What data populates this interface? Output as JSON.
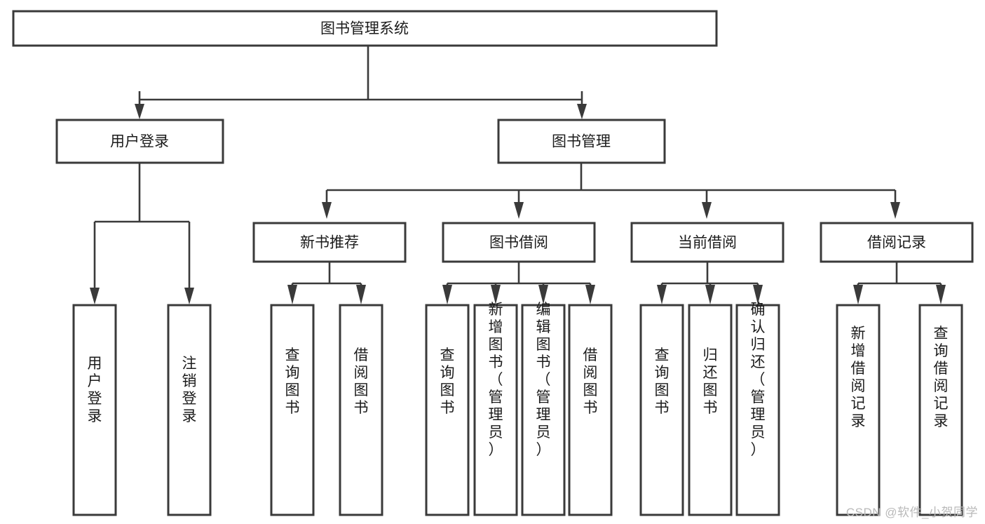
{
  "diagram": {
    "title": "图书管理系统",
    "type": "tree-hierarchy-chart",
    "colors": {
      "stroke": "#3a3a3a",
      "box_fill": "#ffffff",
      "text": "#1b1b1b",
      "background": "#ffffff",
      "watermark": "#b9b9b9"
    },
    "root": {
      "label": "图书管理系统"
    },
    "level2": [
      {
        "label": "用户登录"
      },
      {
        "label": "图书管理"
      }
    ],
    "level3": [
      {
        "label": "新书推荐"
      },
      {
        "label": "图书借阅"
      },
      {
        "label": "当前借阅"
      },
      {
        "label": "借阅记录"
      }
    ],
    "leaves": {
      "user_login": [
        {
          "label": "用户登录"
        },
        {
          "label": "注销登录"
        }
      ],
      "new_book_recommend": [
        {
          "label": "查询图书"
        },
        {
          "label": "借阅图书"
        }
      ],
      "book_borrow": [
        {
          "label": "查询图书"
        },
        {
          "label": "新增图书（管理员）"
        },
        {
          "label": "编辑图书（管理员）"
        },
        {
          "label": "借阅图书"
        }
      ],
      "current_borrow": [
        {
          "label": "查询图书"
        },
        {
          "label": "归还图书"
        },
        {
          "label": "确认归还（管理员）"
        }
      ],
      "borrow_record": [
        {
          "label": "新增借阅记录"
        },
        {
          "label": "查询借阅记录"
        }
      ]
    }
  },
  "watermark": {
    "text": "CSDN @软件_小贺同学"
  }
}
